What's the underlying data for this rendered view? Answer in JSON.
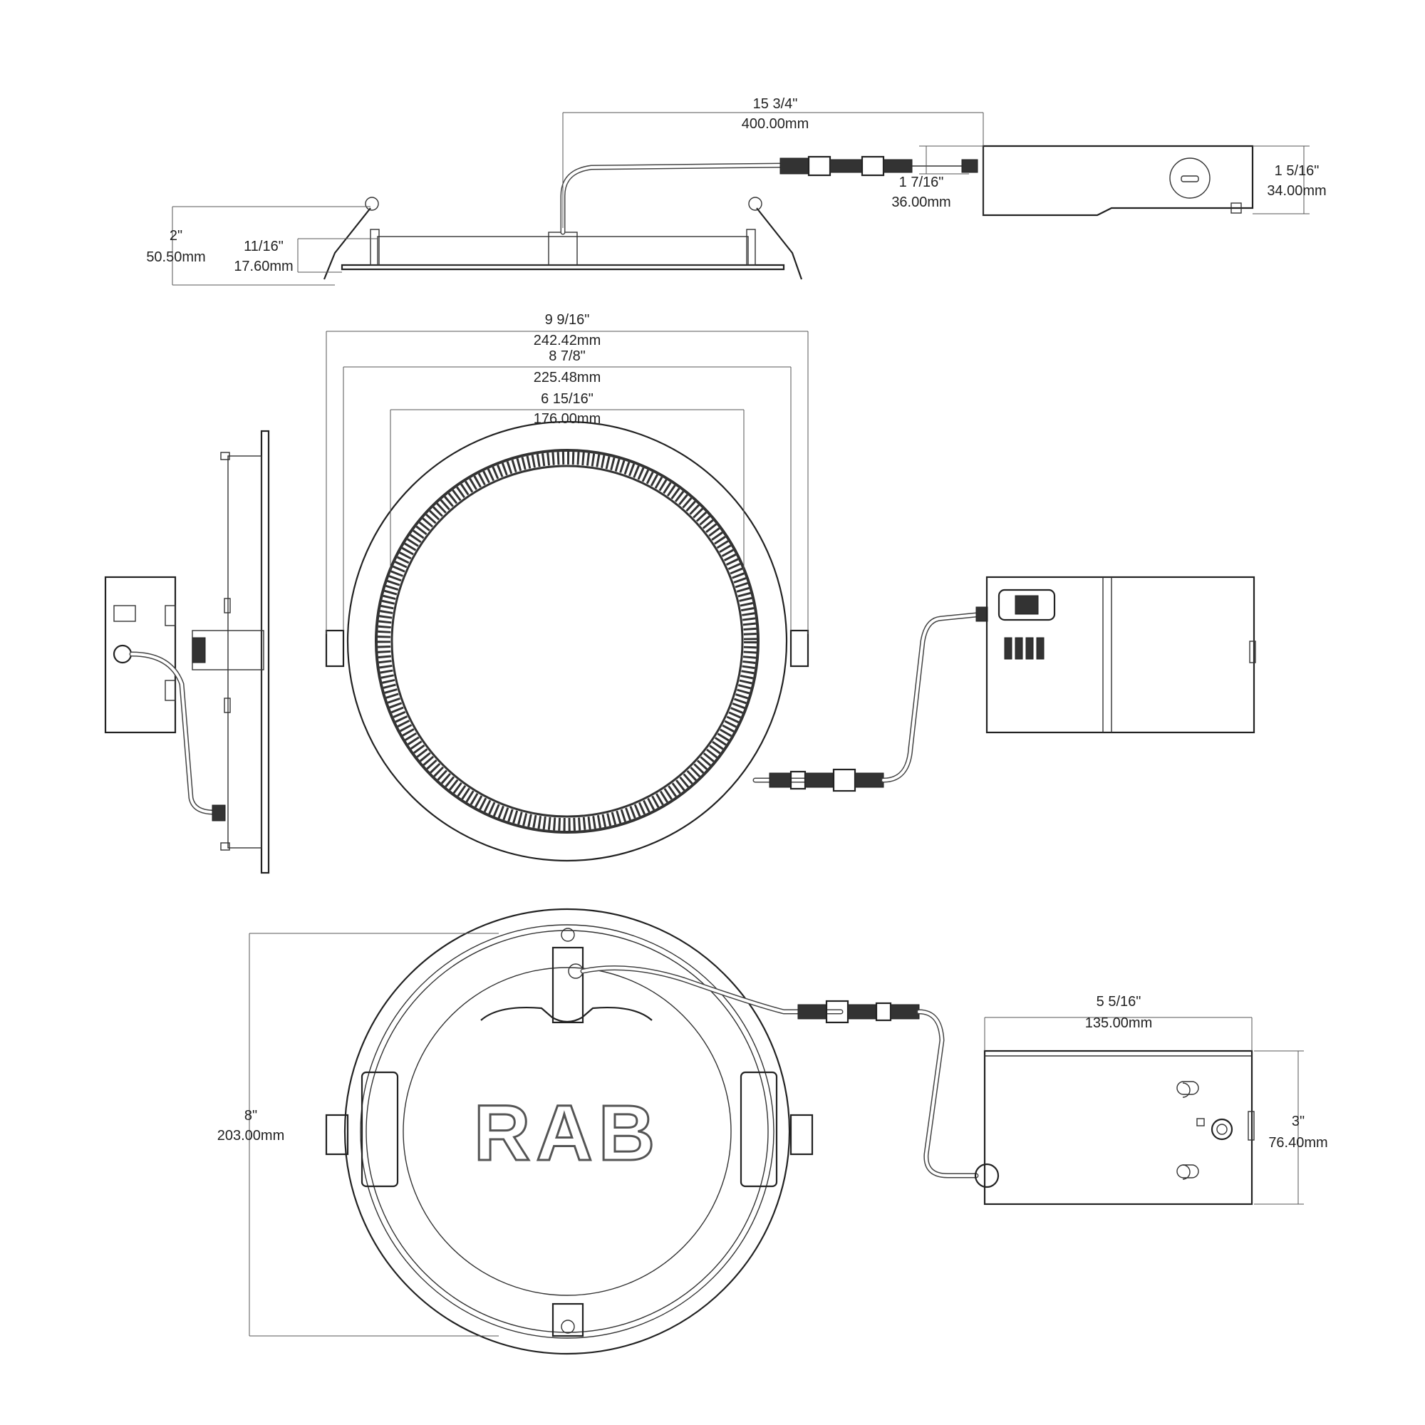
{
  "dimensions": {
    "cable_length": {
      "inch": "15 3/4\"",
      "mm": "400.00mm"
    },
    "total_height": {
      "inch": "2\"",
      "mm": "50.50mm"
    },
    "trim_height": {
      "inch": "11/16\"",
      "mm": "17.60mm"
    },
    "connector_offset": {
      "inch": "1 7/16\"",
      "mm": "36.00mm"
    },
    "driver_height": {
      "inch": "1 5/16\"",
      "mm": "34.00mm"
    },
    "outer_diameter": {
      "inch": "9 9/16\"",
      "mm": "242.42mm"
    },
    "spring_span": {
      "inch": "8 7/8\"",
      "mm": "225.48mm"
    },
    "lens_diameter": {
      "inch": "6 15/16\"",
      "mm": "176.00mm"
    },
    "back_diameter": {
      "inch": "8\"",
      "mm": "203.00mm"
    },
    "driver_length": {
      "inch": "5 5/16\"",
      "mm": "135.00mm"
    },
    "driver_width": {
      "inch": "3\"",
      "mm": "76.40mm"
    }
  },
  "logo_text": "RAB"
}
